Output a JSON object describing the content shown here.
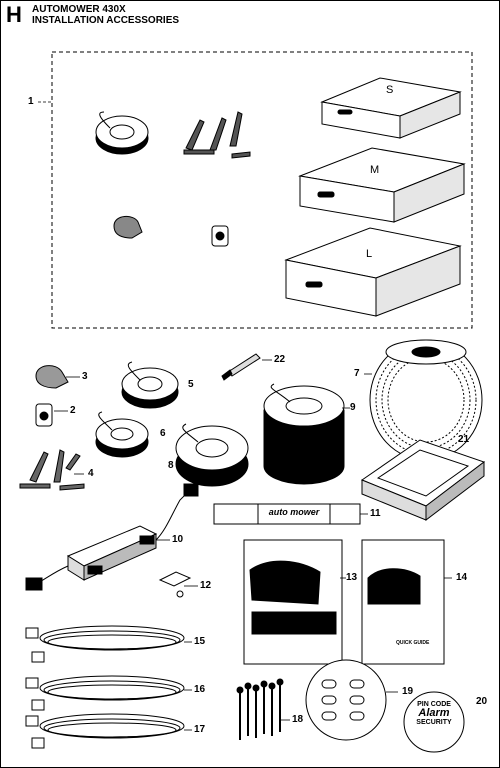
{
  "header": {
    "section_letter": "H",
    "title_line1": "AUTOMOWER 430X",
    "title_line2": "INSTALLATION ACCESSORIES"
  },
  "kit_sizes": [
    "S",
    "M",
    "L"
  ],
  "callouts": {
    "c1": "1",
    "c2": "2",
    "c3": "3",
    "c4": "4",
    "c5": "5",
    "c6": "6",
    "c7": "7",
    "c8": "8",
    "c9": "9",
    "c10": "10",
    "c11": "11",
    "c12": "12",
    "c13": "13",
    "c14": "14",
    "c15": "15",
    "c16": "16",
    "c17": "17",
    "c18": "18",
    "c19": "19",
    "c20": "20",
    "c21": "21",
    "c22": "22"
  },
  "wire_label": {
    "brand": "auto mower"
  },
  "manual": {
    "quick_guide": "QUICK GUIDE"
  },
  "badge": {
    "line1": "PIN CODE",
    "line2": "Alarm",
    "line3": "SECURITY"
  },
  "colors": {
    "ink": "#000000",
    "paper": "#ffffff",
    "shade": "#cccccc"
  }
}
